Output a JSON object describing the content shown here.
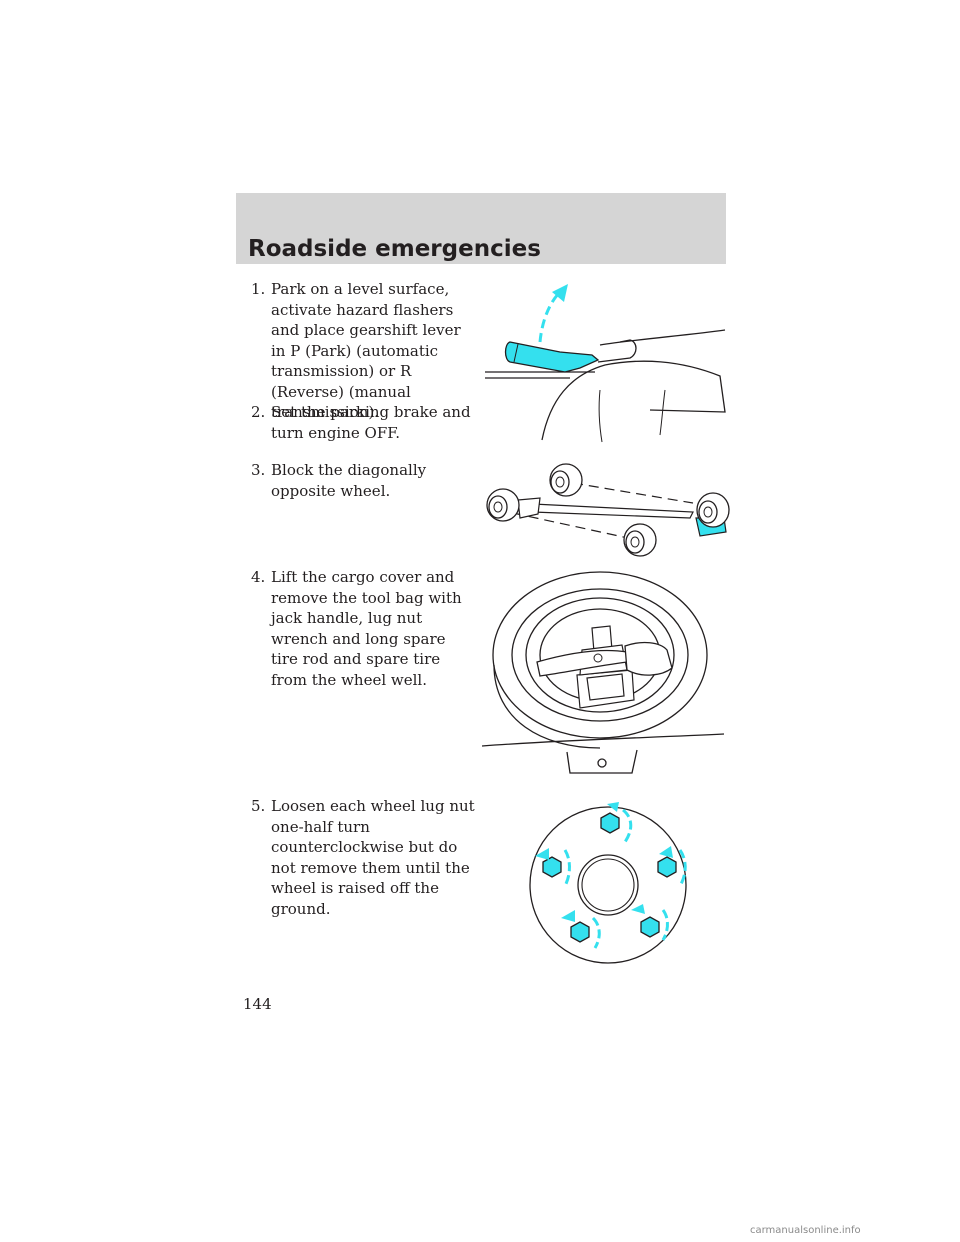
{
  "header": {
    "title": "Roadside emergencies"
  },
  "steps": [
    {
      "num": "1.",
      "text": "Park on a level surface, activate hazard flashers and place gearshift lever in P (Park) (automatic transmission) or R (Reverse) (manual transmission)."
    },
    {
      "num": "2.",
      "text": "Set the parking brake and turn engine OFF."
    },
    {
      "num": "3.",
      "text": "Block the diagonally opposite wheel."
    },
    {
      "num": "4.",
      "text": "Lift the cargo cover and remove the tool bag with jack handle, lug nut wrench and long spare tire rod and spare tire from the wheel well."
    },
    {
      "num": "5.",
      "text": "Loosen each wheel lug nut one-half turn counterclockwise but do not remove them until the wheel is raised off the ground."
    }
  ],
  "page_number": "144",
  "footer": "carmanualsonline.info",
  "colors": {
    "header_bg": "#d5d5d5",
    "highlight": "#34e0ee",
    "ink": "#231f20"
  }
}
